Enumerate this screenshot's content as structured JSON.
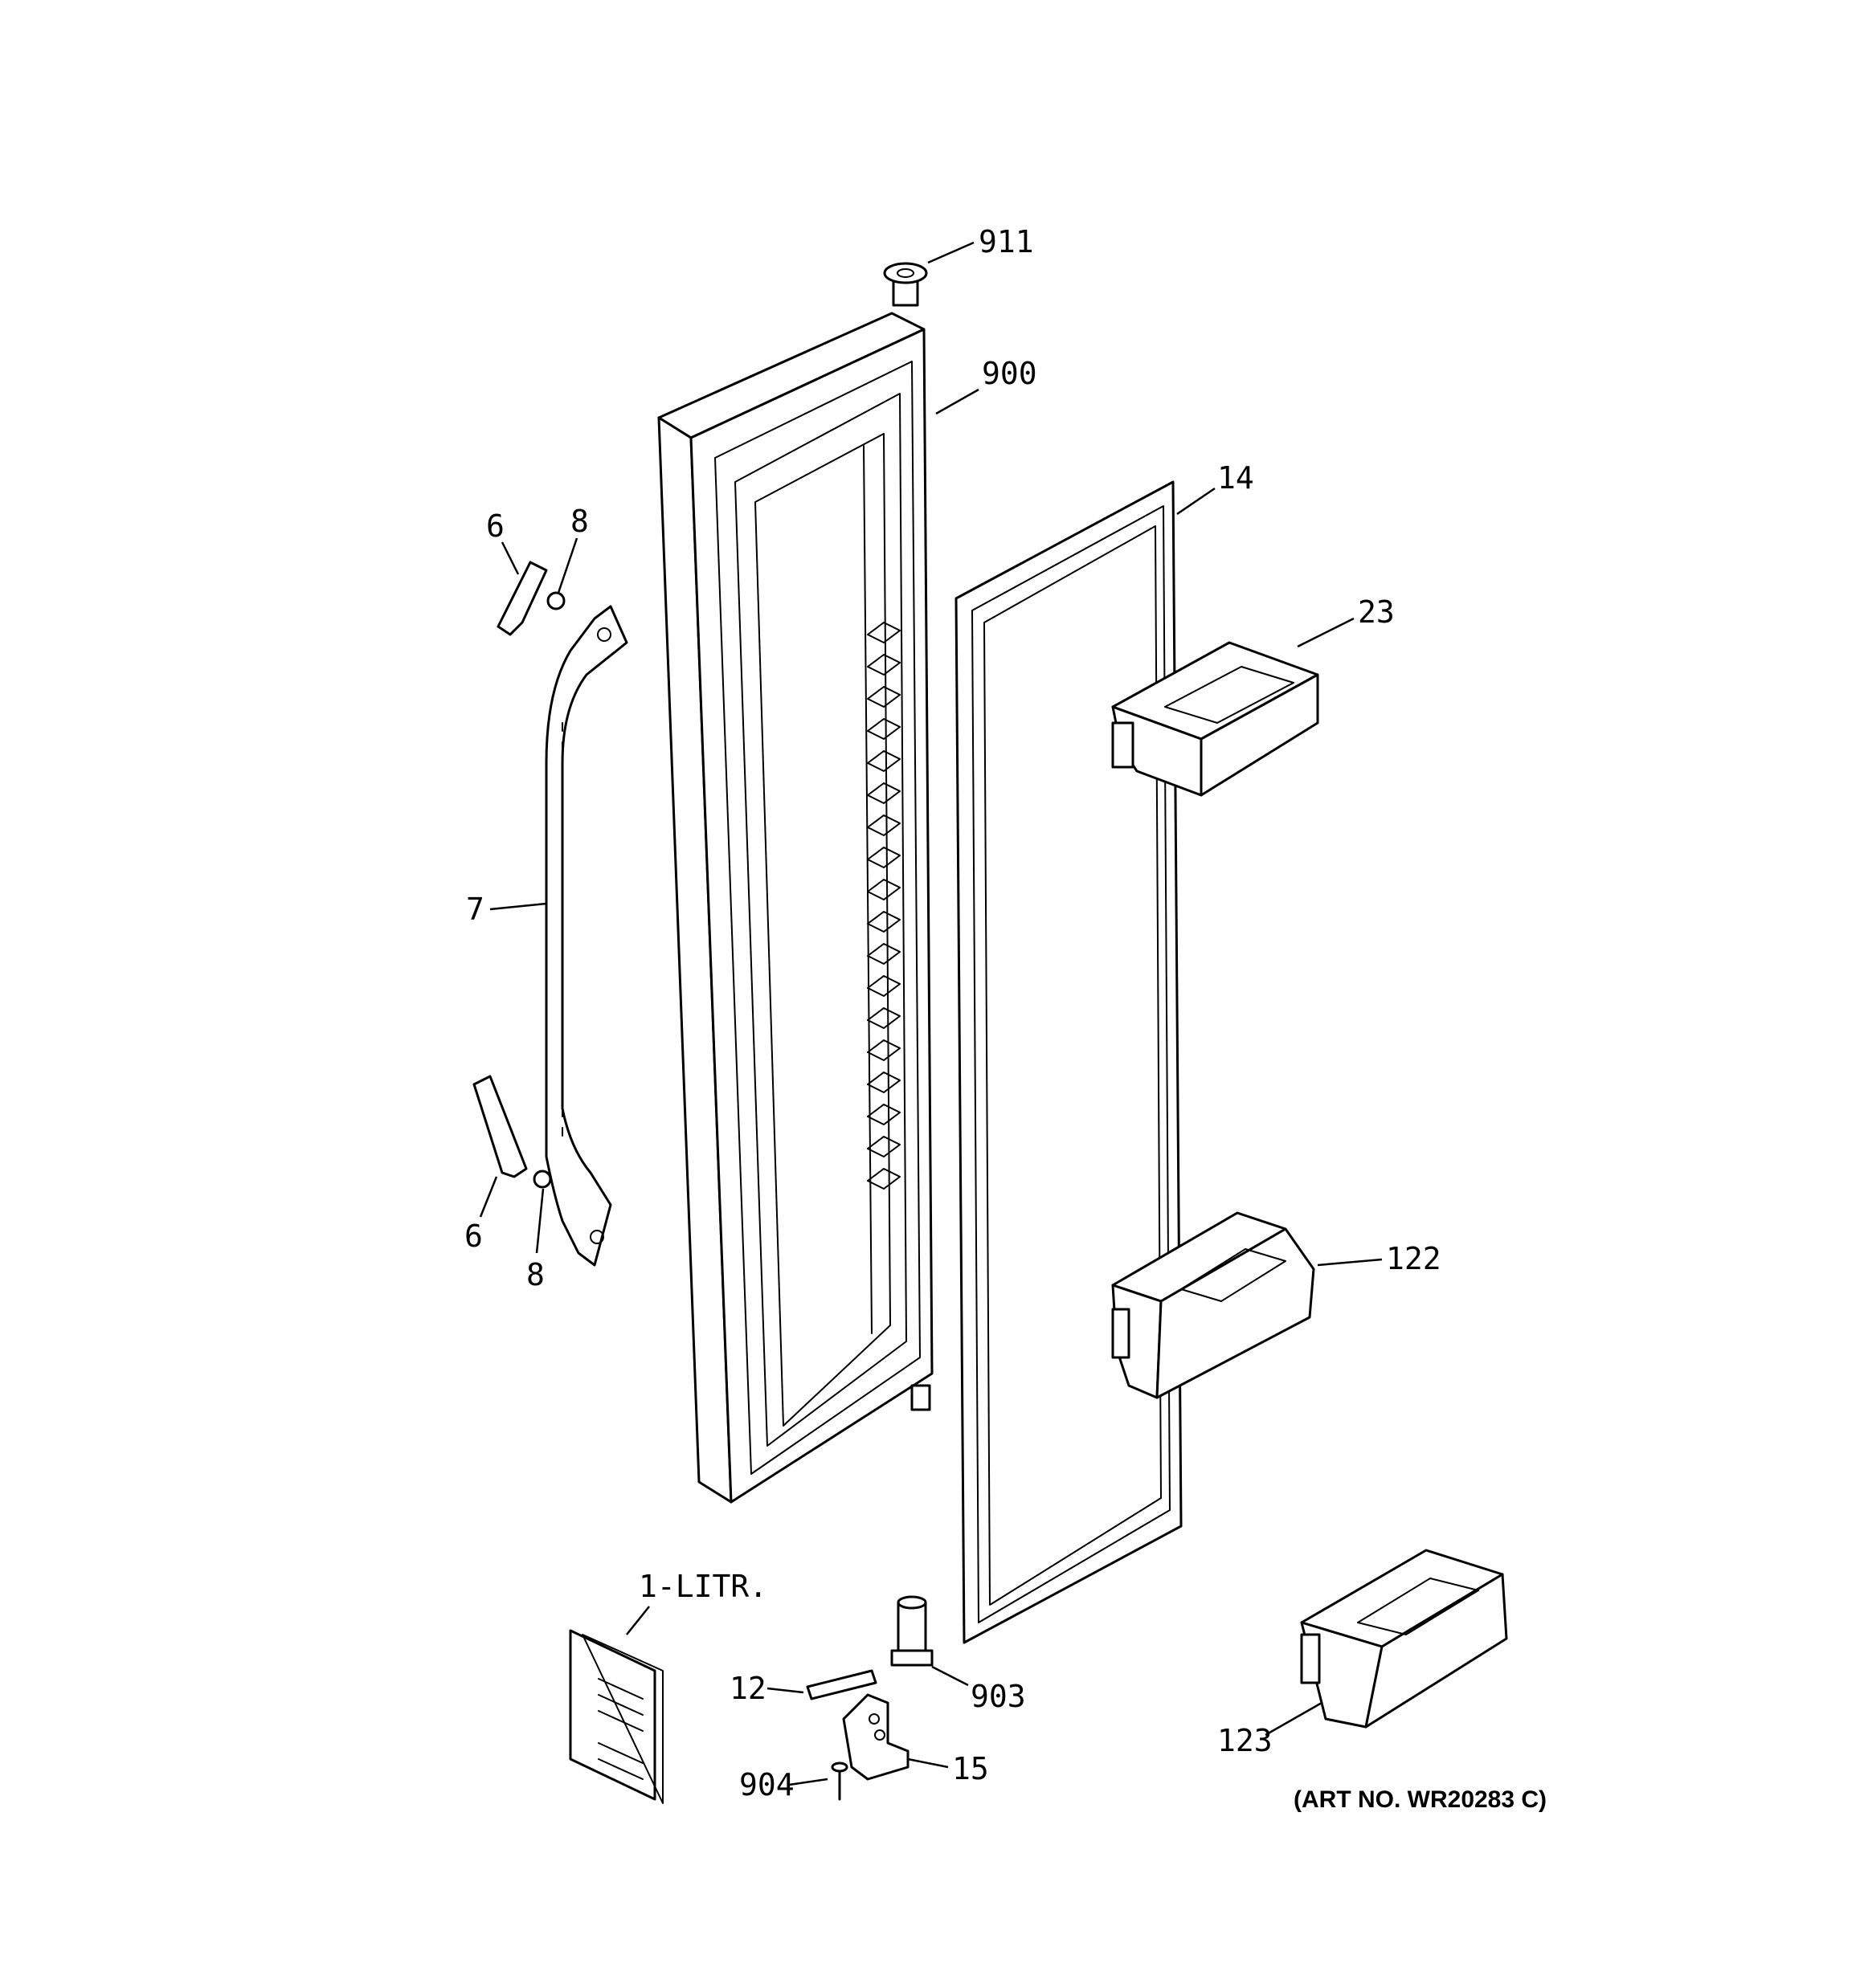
{
  "callouts": {
    "p911": "911",
    "p900": "900",
    "p14": "14",
    "p23": "23",
    "p6_top": "6",
    "p8_top": "8",
    "p7": "7",
    "p6_bottom": "6",
    "p8_bottom": "8",
    "p122": "122",
    "p1_litr": "1-LITR.",
    "p12": "12",
    "p903": "903",
    "p904": "904",
    "p15": "15",
    "p123": "123"
  },
  "art_number": "(ART NO. WR20283 C)"
}
